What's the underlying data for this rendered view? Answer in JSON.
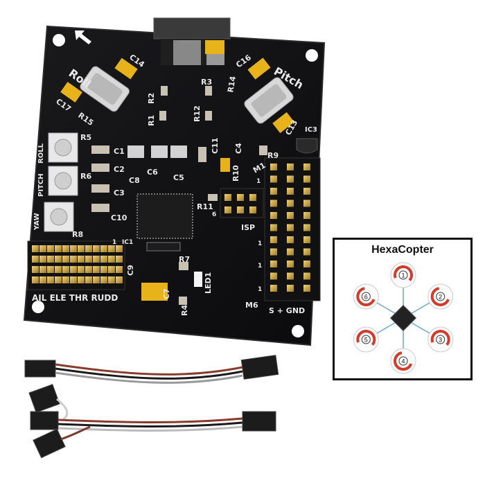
{
  "board": {
    "labels": {
      "roll": "Roll",
      "pitch": "Pitch",
      "c14": "C14",
      "c16": "C16",
      "c17": "C17",
      "r15": "R15",
      "r14": "R14",
      "r1": "R1",
      "r2": "R2",
      "r3": "R3",
      "r12": "R12",
      "c13": "C13",
      "ic3": "IC3",
      "r5": "R5",
      "r6": "R6",
      "r8": "R8",
      "c1": "C1",
      "c2": "C2",
      "c3": "C3",
      "c10": "C10",
      "c6": "C6",
      "c8": "C8",
      "c5": "C5",
      "c11": "C11",
      "c4": "C4",
      "r10": "R10",
      "r9": "R9",
      "m1": "M1",
      "r11": "R11",
      "isp": "ISP",
      "ic1": "IC1",
      "c9": "C9",
      "c7": "C7",
      "r7": "R7",
      "r4": "R4",
      "led1": "LED1",
      "m6": "M6",
      "pot_roll": "ROLL",
      "pot_pitch": "PITCH",
      "pot_yaw": "YAW",
      "inputs": "AIL ELE THR RUDD",
      "header_bottom": "S + GND",
      "one_a": "1",
      "one_b": "1",
      "one_c": "1",
      "one_d": "1",
      "one_e": "1",
      "six": "6"
    }
  },
  "inset": {
    "title": "HexaCopter",
    "motors": [
      "1",
      "2",
      "3",
      "4",
      "5",
      "6"
    ]
  }
}
